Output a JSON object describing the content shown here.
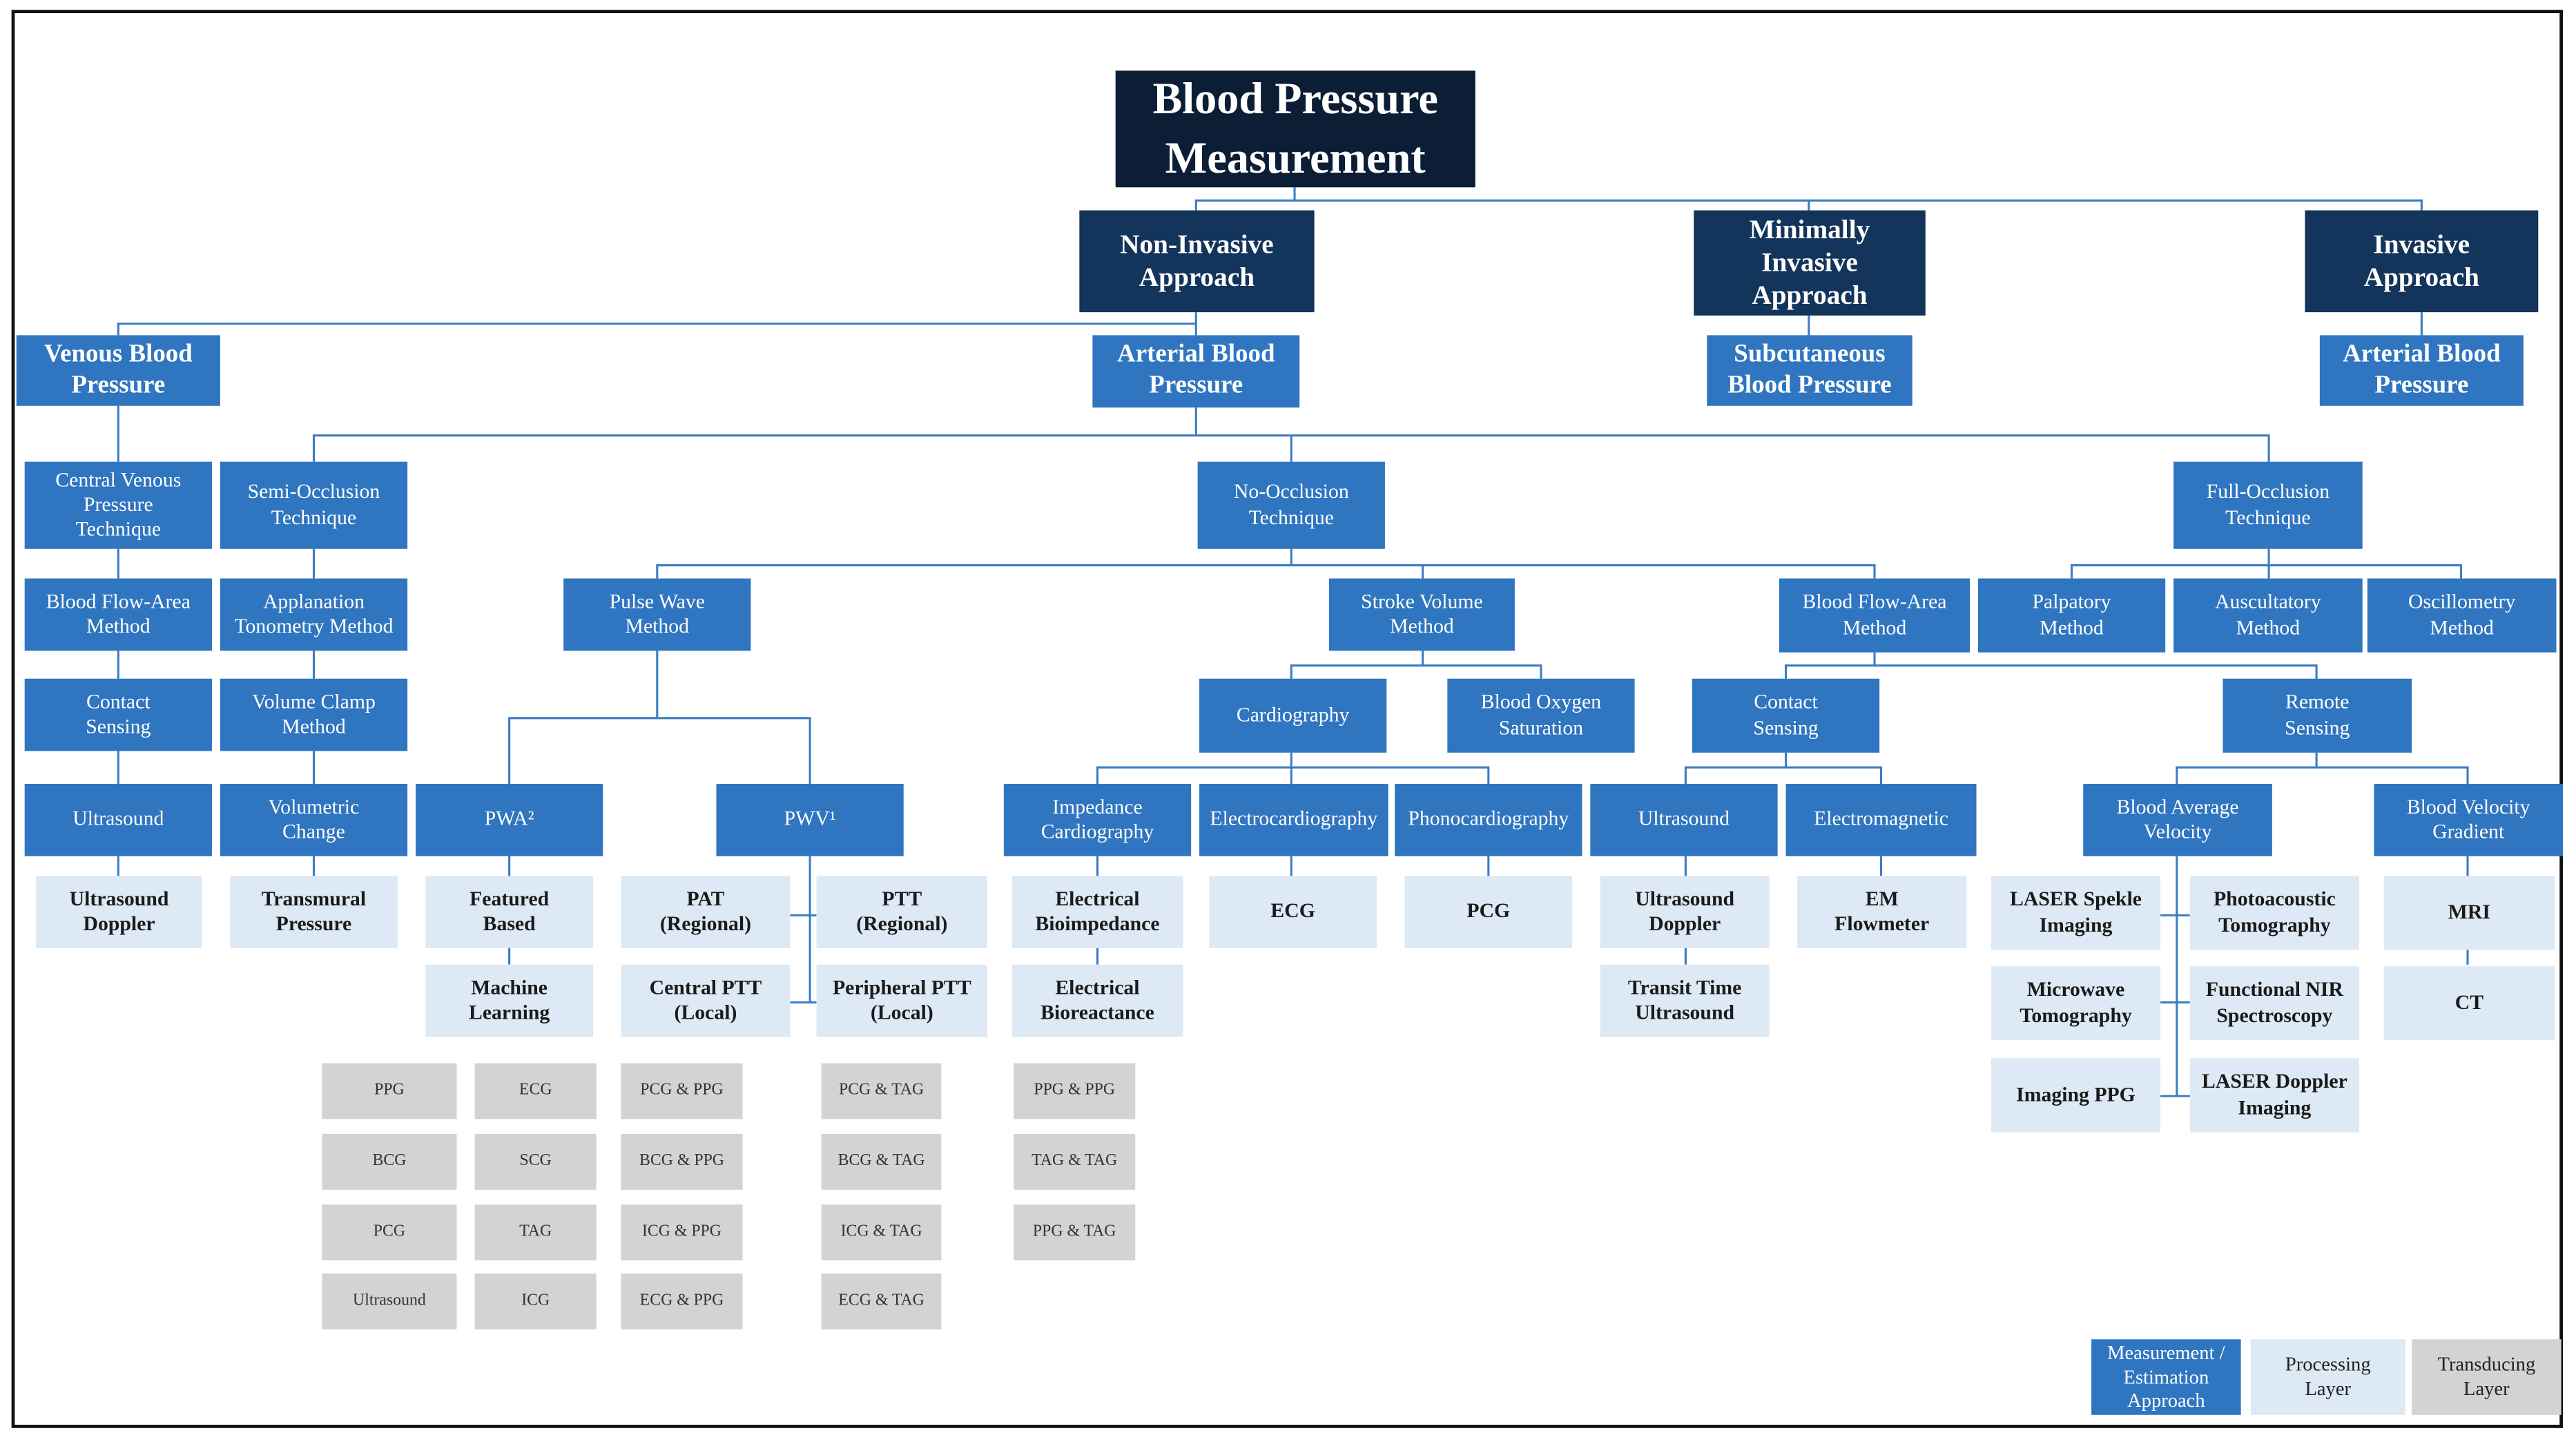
{
  "diagram": {
    "title": "Blood Pressure\nMeasurement",
    "approaches": {
      "non_invasive": "Non-Invasive\nApproach",
      "minimally_invasive": "Minimally\nInvasive\nApproach",
      "invasive": "Invasive\nApproach"
    },
    "sub": {
      "venous": "Venous Blood\nPressure",
      "arterial": "Arterial Blood\nPressure",
      "subcutaneous": "Subcutaneous\nBlood Pressure",
      "arterial_invasive": "Arterial Blood\nPressure"
    },
    "methods": {
      "central_venous": "Central Venous\nPressure\nTechnique",
      "semi_occlusion": "Semi-Occlusion\nTechnique",
      "no_occlusion": "No-Occlusion\nTechnique",
      "full_occlusion": "Full-Occlusion\nTechnique",
      "blood_flow_area_venous": "Blood Flow-Area\nMethod",
      "applanation": "Applanation\nTonometry Method",
      "pulse_wave": "Pulse Wave\nMethod",
      "stroke_volume": "Stroke Volume\nMethod",
      "blood_flow_area_arterial": "Blood Flow-Area\nMethod",
      "palpatory": "Palpatory\nMethod",
      "auscultatory": "Auscultatory\nMethod",
      "oscillometry": "Oscillometry\nMethod",
      "contact_sensing_venous": "Contact\nSensing",
      "volume_clamp": "Volume Clamp\nMethod",
      "cardiography": "Cardiography",
      "blood_oxygen": "Blood Oxygen\nSaturation",
      "contact_sensing_arterial": "Contact\nSensing",
      "remote_sensing": "Remote\nSensing",
      "ultrasound_venous": "Ultrasound",
      "volumetric_change": "Volumetric\nChange",
      "pwa": "PWA²",
      "pwv": "PWV¹",
      "impedance_cardiography": "Impedance\nCardiography",
      "electrocardiography": "Electrocardiography",
      "phonocardiography": "Phonocardiography",
      "ultrasound_arterial": "Ultrasound",
      "electromagnetic": "Electromagnetic",
      "blood_average_velocity": "Blood Average\nVelocity",
      "blood_velocity_gradient": "Blood Velocity\nGradient"
    },
    "processing": {
      "ultrasound_doppler_venous": "Ultrasound\nDoppler",
      "transmural_pressure": "Transmural\nPressure",
      "featured_based": "Featured\nBased",
      "machine_learning": "Machine\nLearning",
      "pat_regional": "PAT\n(Regional)",
      "ptt_regional": "PTT\n(Regional)",
      "central_ptt": "Central PTT\n(Local)",
      "peripheral_ptt": "Peripheral PTT\n(Local)",
      "electrical_bioimpedance": "Electrical\nBioimpedance",
      "electrical_bioreactance": "Electrical\nBioreactance",
      "ecg": "ECG",
      "pcg": "PCG",
      "ultrasound_doppler_arterial": "Ultrasound\nDoppler",
      "transit_time_ultrasound": "Transit Time\nUltrasound",
      "em_flowmeter": "EM\nFlowmeter",
      "laser_spekle": "LASER Spekle\nImaging",
      "photoacoustic": "Photoacoustic\nTomography",
      "microwave": "Microwave\nTomography",
      "functional_nir": "Functional NIR\nSpectroscopy",
      "imaging_ppg": "Imaging PPG",
      "laser_doppler": "LASER Doppler\nImaging",
      "mri": "MRI",
      "ct": "CT"
    },
    "transducing": {
      "col1": [
        "PPG",
        "BCG",
        "PCG",
        "Ultrasound"
      ],
      "col2": [
        "ECG",
        "SCG",
        "TAG",
        "ICG"
      ],
      "col3": [
        "PCG & PPG",
        "BCG & PPG",
        "ICG & PPG",
        "ECG & PPG"
      ],
      "col4": [
        "PCG & TAG",
        "BCG & TAG",
        "ICG & TAG",
        "ECG & TAG"
      ],
      "col5": [
        "PPG & PPG",
        "TAG & TAG",
        "PPG & TAG"
      ]
    },
    "legend": {
      "measurement": "Measurement /\nEstimation\nApproach",
      "processing": "Processing\nLayer",
      "transducing": "Transducing\nLayer"
    },
    "colors": {
      "top": "#0b1e35",
      "approach": "#13345b",
      "method": "#2f75c0",
      "processing": "#dde9f5",
      "transducing": "#d3d3d3",
      "connector": "#3b7dc4"
    }
  }
}
